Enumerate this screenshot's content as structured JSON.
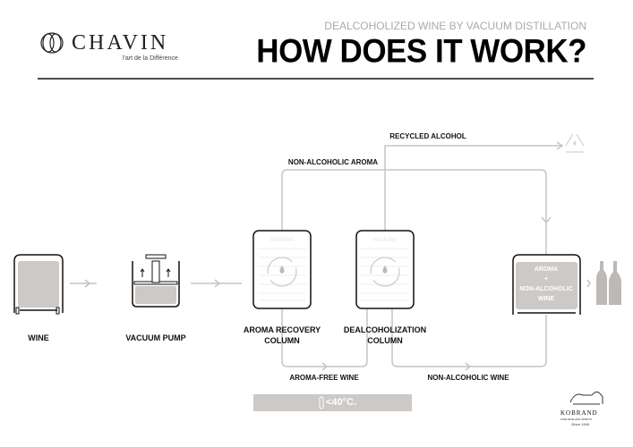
{
  "header": {
    "brand": "CHAVIN",
    "tagline": "l'art de la Différence",
    "subtitle": "DEALCOHOLIZED WINE BY VACUUM DISTILLATION",
    "title": "HOW DOES IT WORK?"
  },
  "steps": {
    "wine": "WINE",
    "pump": "VACUUM PUMP",
    "aroma_column": [
      "AROMA RECOVERY",
      "COLUMN"
    ],
    "dealc_column": [
      "DEALCOHOLIZATION",
      "COLUMN"
    ],
    "packing": "PACKING",
    "final_tank": [
      "AROMA",
      "+",
      "NON-ALCOHOLIC",
      "WINE"
    ]
  },
  "flows": {
    "recycled": "RECYCLED ALCOHOL",
    "aroma": "NON-ALCOHOLIC AROMA",
    "aroma_free": "AROMA-FREE WINE",
    "non_alc": "NON-ALCOHOLIC WINE"
  },
  "temperature": "<40°C.",
  "footer_logo": {
    "name": "KOBRAND",
    "line": "FINE WINE AND SPIRITS",
    "since": "Since 1944"
  },
  "colors": {
    "line": "#c8c4c2",
    "fill": "#cdc9c7",
    "ink": "#111111"
  }
}
